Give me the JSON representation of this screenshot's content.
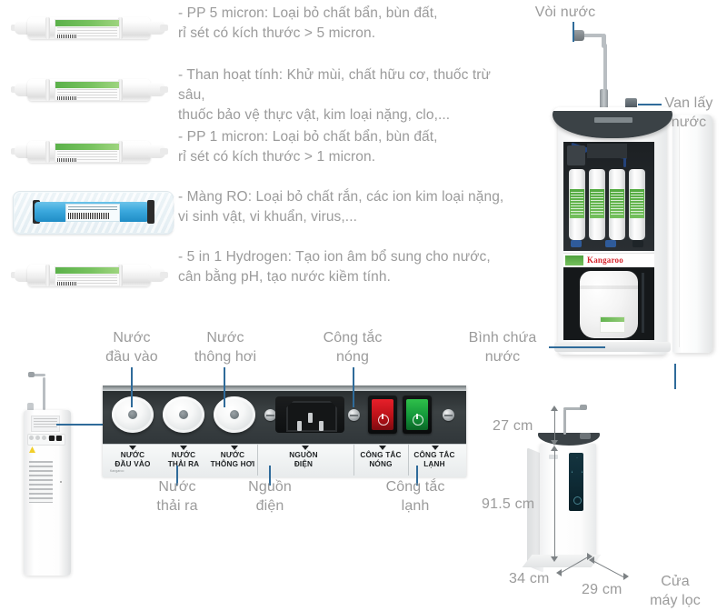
{
  "page": {
    "language": "vi",
    "title": "Máy lọc nước Kangaroo - Sơ đồ cấu tạo và kích thước",
    "text_color": "#9b9b9b",
    "leader_line_color": "#2f6b9a",
    "accent_green": "#5bb14a",
    "accent_red": "#d4242c"
  },
  "filters": [
    {
      "index": "1",
      "icon": "filter-cartridge-white",
      "description": "- PP 5 micron: Loại bỏ chất bẩn, bùn đất,\nrỉ sét có kích thước > 5 micron."
    },
    {
      "index": "2",
      "icon": "filter-cartridge-white",
      "description": "- Than hoạt tính: Khử mùi, chất hữu cơ, thuốc trừ sâu,\nthuốc bảo vệ thực vật, kim loại nặng, clo,..."
    },
    {
      "index": "3",
      "icon": "filter-cartridge-white",
      "description": "- PP 1 micron: Loại bỏ chất bẩn, bùn đất,\nrỉ sét có kích thước > 1 micron."
    },
    {
      "index": "4",
      "icon": "ro-membrane-blue-bagged",
      "description": "- Màng RO: Loại bỏ chất rắn, các ion kim loại nặng,\nvi sinh vật, vi khuẩn, virus,..."
    },
    {
      "index": "5",
      "icon": "filter-cartridge-hydrogen",
      "description": "- 5 in 1 Hydrogen: Tạo ion âm bổ sung cho nước,\ncân bằng pH, tạo nước kiềm tính."
    }
  ],
  "purifier_callouts": {
    "faucet": "Vòi nước",
    "valve": "Van lấy\nnước",
    "tank": "Bình chứa\nnước",
    "door": "Cửa\nmáy lọc",
    "brand": "Kangaroo"
  },
  "panel_callouts": {
    "inlet": "Nước\nđầu vào",
    "vent": "Nước\nthông hơi",
    "hot_switch": "Công tắc\nnóng",
    "drain": "Nước\nthải ra",
    "power": "Nguồn\nđiện",
    "cold_switch": "Công tắc\nlạnh"
  },
  "panel_legend": [
    {
      "id": "inlet",
      "label": "NƯỚC\nĐẦU VÀO"
    },
    {
      "id": "drain",
      "label": "NƯỚC\nTHẢI RA"
    },
    {
      "id": "vent",
      "label": "NƯỚC\nTHÔNG HƠI"
    },
    {
      "id": "power",
      "label": "NGUỒN\nĐIỆN"
    },
    {
      "id": "hot",
      "label": "CÔNG TẮC\nNÓNG"
    },
    {
      "id": "cold",
      "label": "CÔNG TẮC\nLẠNH"
    }
  ],
  "dimensions": {
    "faucet_height": "27 cm",
    "cabinet_height": "91.5 cm",
    "depth": "34 cm",
    "width": "29 cm"
  }
}
